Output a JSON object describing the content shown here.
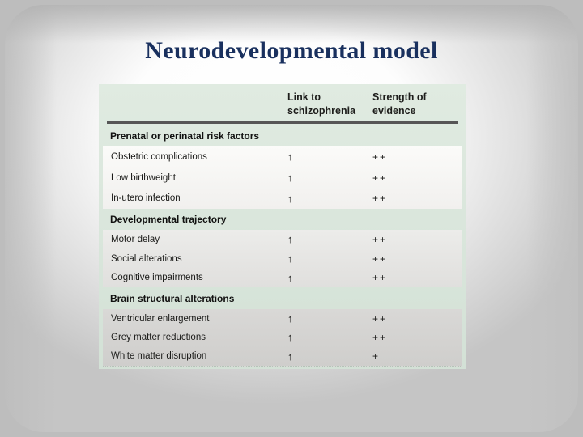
{
  "palette": {
    "title_color": "#19305e",
    "table_green": "#d8e5da",
    "rule_color": "#565656",
    "slide_gray": "#bdbdbd"
  },
  "title": "Neurodevelopmental model",
  "table": {
    "columns": [
      {
        "label": "Link to schizophrenia"
      },
      {
        "label": "Strength of evidence"
      }
    ],
    "sections": [
      {
        "header": "Prenatal or perinatal risk factors",
        "rows": [
          {
            "label": "Obstetric complications",
            "link": "↑",
            "strength": "++"
          },
          {
            "label": "Low birthweight",
            "link": "↑",
            "strength": "++"
          },
          {
            "label": "In-utero infection",
            "link": "↑",
            "strength": "++"
          }
        ]
      },
      {
        "header": "Developmental trajectory",
        "rows": [
          {
            "label": "Motor delay",
            "link": "↑",
            "strength": "++"
          },
          {
            "label": "Social alterations",
            "link": "↑",
            "strength": "++"
          },
          {
            "label": "Cognitive impairments",
            "link": "↑",
            "strength": "++"
          }
        ]
      },
      {
        "header": "Brain structural alterations",
        "rows": [
          {
            "label": "Ventricular enlargement",
            "link": "↑",
            "strength": "++"
          },
          {
            "label": "Grey matter reductions",
            "link": "↑",
            "strength": "++"
          },
          {
            "label": "White matter disruption",
            "link": "↑",
            "strength": "+"
          }
        ]
      }
    ]
  }
}
